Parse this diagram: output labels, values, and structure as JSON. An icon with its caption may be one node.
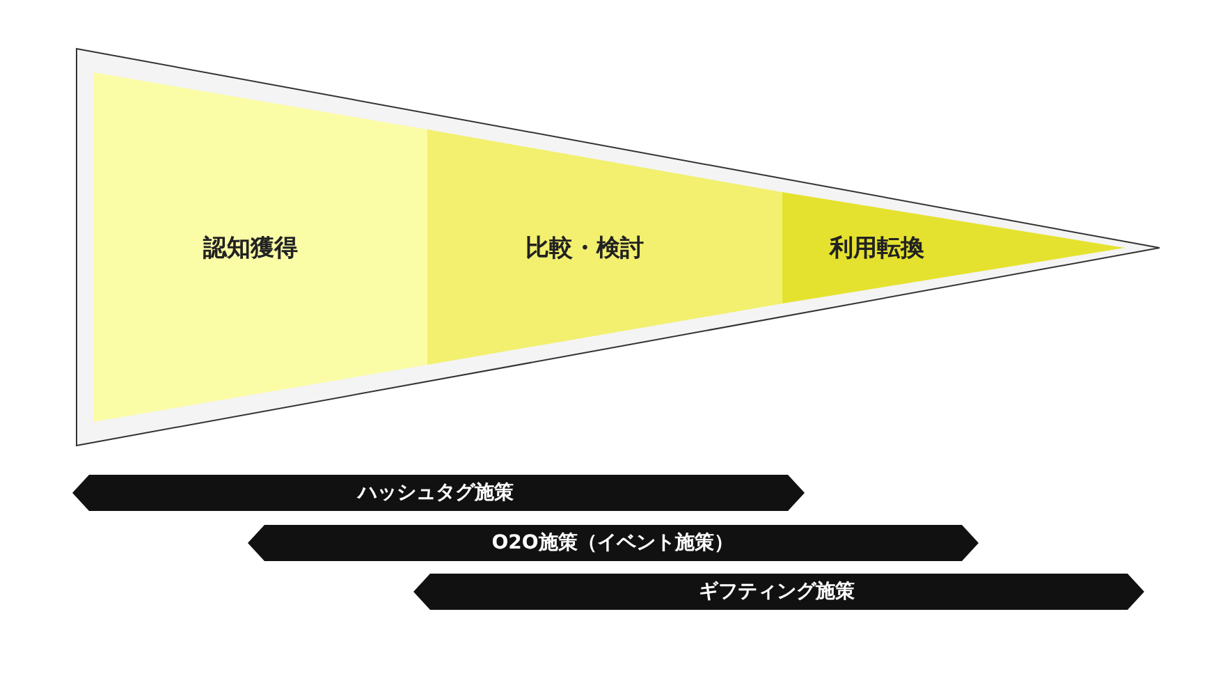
{
  "diagram": {
    "nodes": [
      {
        "text": [
          "認知獲得"
        ]
      },
      {
        "text": [
          "比較・検討"
        ]
      },
      {
        "text": [
          "利用転換"
        ]
      },
      {
        "text": [
          "ハッシュタグ施策"
        ]
      },
      {
        "text": [
          "O2O施策（イベント施策）"
        ]
      },
      {
        "text": [
          "ギフティング施策"
        ]
      }
    ]
  }
}
